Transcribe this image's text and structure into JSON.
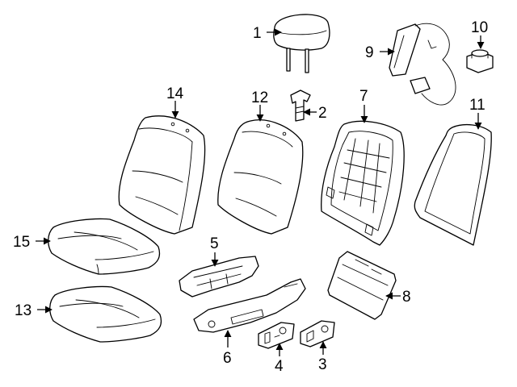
{
  "diagram": {
    "callouts": [
      {
        "id": "1",
        "label": "1"
      },
      {
        "id": "2",
        "label": "2"
      },
      {
        "id": "3",
        "label": "3"
      },
      {
        "id": "4",
        "label": "4"
      },
      {
        "id": "5",
        "label": "5"
      },
      {
        "id": "6",
        "label": "6"
      },
      {
        "id": "7",
        "label": "7"
      },
      {
        "id": "8",
        "label": "8"
      },
      {
        "id": "9",
        "label": "9"
      },
      {
        "id": "10",
        "label": "10"
      },
      {
        "id": "11",
        "label": "11"
      },
      {
        "id": "12",
        "label": "12"
      },
      {
        "id": "13",
        "label": "13"
      },
      {
        "id": "14",
        "label": "14"
      },
      {
        "id": "15",
        "label": "15"
      }
    ],
    "colors": {
      "line": "#000000",
      "background": "#ffffff"
    }
  }
}
